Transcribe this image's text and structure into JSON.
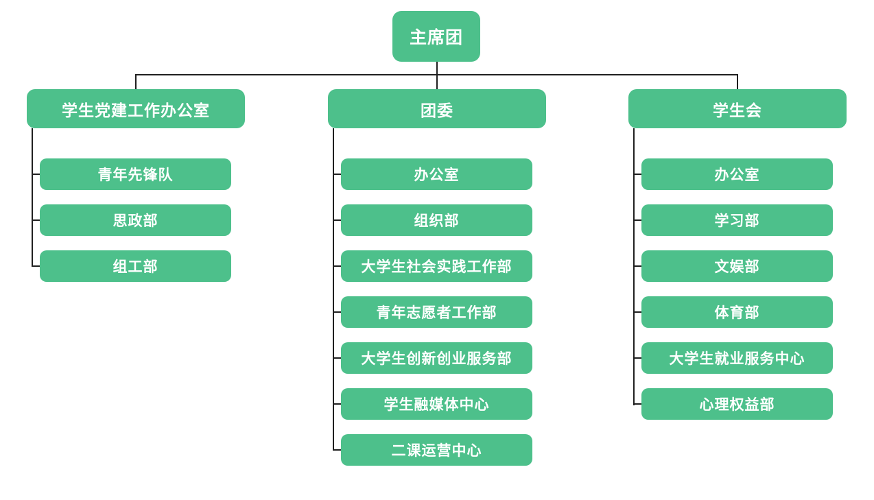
{
  "diagram": {
    "root": {
      "label": "主席团"
    },
    "branches": [
      {
        "label": "学生党建工作办公室",
        "children": [
          {
            "label": "青年先锋队"
          },
          {
            "label": "思政部"
          },
          {
            "label": "组工部"
          }
        ]
      },
      {
        "label": "团委",
        "children": [
          {
            "label": "办公室"
          },
          {
            "label": "组织部"
          },
          {
            "label": "大学生社会实践工作部"
          },
          {
            "label": "青年志愿者工作部"
          },
          {
            "label": "大学生创新创业服务部"
          },
          {
            "label": "学生融媒体中心"
          },
          {
            "label": "二课运营中心"
          }
        ]
      },
      {
        "label": "学生会",
        "children": [
          {
            "label": "办公室"
          },
          {
            "label": "学习部"
          },
          {
            "label": "文娱部"
          },
          {
            "label": "体育部"
          },
          {
            "label": "大学生就业服务中心"
          },
          {
            "label": "心理权益部"
          }
        ]
      }
    ],
    "colors": {
      "node_fill": "#4DC08B",
      "node_text": "#FFFFFF",
      "connector_line": "#1F1F1F",
      "canvas_background": "#FFFFFF"
    }
  }
}
